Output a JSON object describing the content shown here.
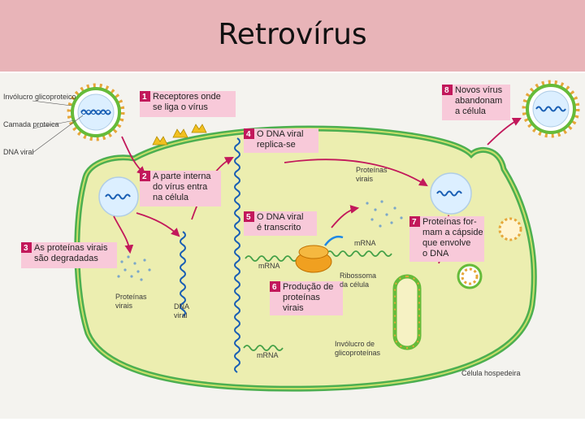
{
  "title": "Retrovírus",
  "legend": {
    "envelope": "Invólucro glicoproteico",
    "capsid": "Camada proteica",
    "dna": "DNA viral"
  },
  "steps": [
    {
      "num": "1",
      "lines": [
        "Receptores onde",
        "se liga o vírus"
      ]
    },
    {
      "num": "2",
      "lines": [
        "A parte interna",
        "do vírus entra",
        "na célula"
      ]
    },
    {
      "num": "3",
      "lines": [
        "As proteínas virais",
        "são degradadas"
      ]
    },
    {
      "num": "4",
      "lines": [
        "O DNA viral",
        "replica-se"
      ]
    },
    {
      "num": "5",
      "lines": [
        "O DNA viral",
        "é transcrito"
      ]
    },
    {
      "num": "6",
      "lines": [
        "Produção de",
        "proteínas",
        "virais"
      ]
    },
    {
      "num": "7",
      "lines": [
        "Proteínas for-",
        "mam a cápside",
        "que envolve",
        "o DNA"
      ]
    },
    {
      "num": "8",
      "lines": [
        "Novos vírus",
        "abandonam",
        "a célula"
      ]
    }
  ],
  "labels": {
    "proteins_left": [
      "Proteínas",
      "virais"
    ],
    "dna_left": [
      "DNA",
      "viral"
    ],
    "proteins_top": [
      "Proteínas",
      "virais"
    ],
    "mrna1": "mRNA",
    "mrna2": "mRNA",
    "mrna3": "mRNA",
    "ribosome": [
      "Ribossoma",
      "da célula"
    ],
    "envelope_bottom": [
      "Invólucro de",
      "glicoproteínas"
    ],
    "host_cell": "Célula hospedeira"
  }
}
